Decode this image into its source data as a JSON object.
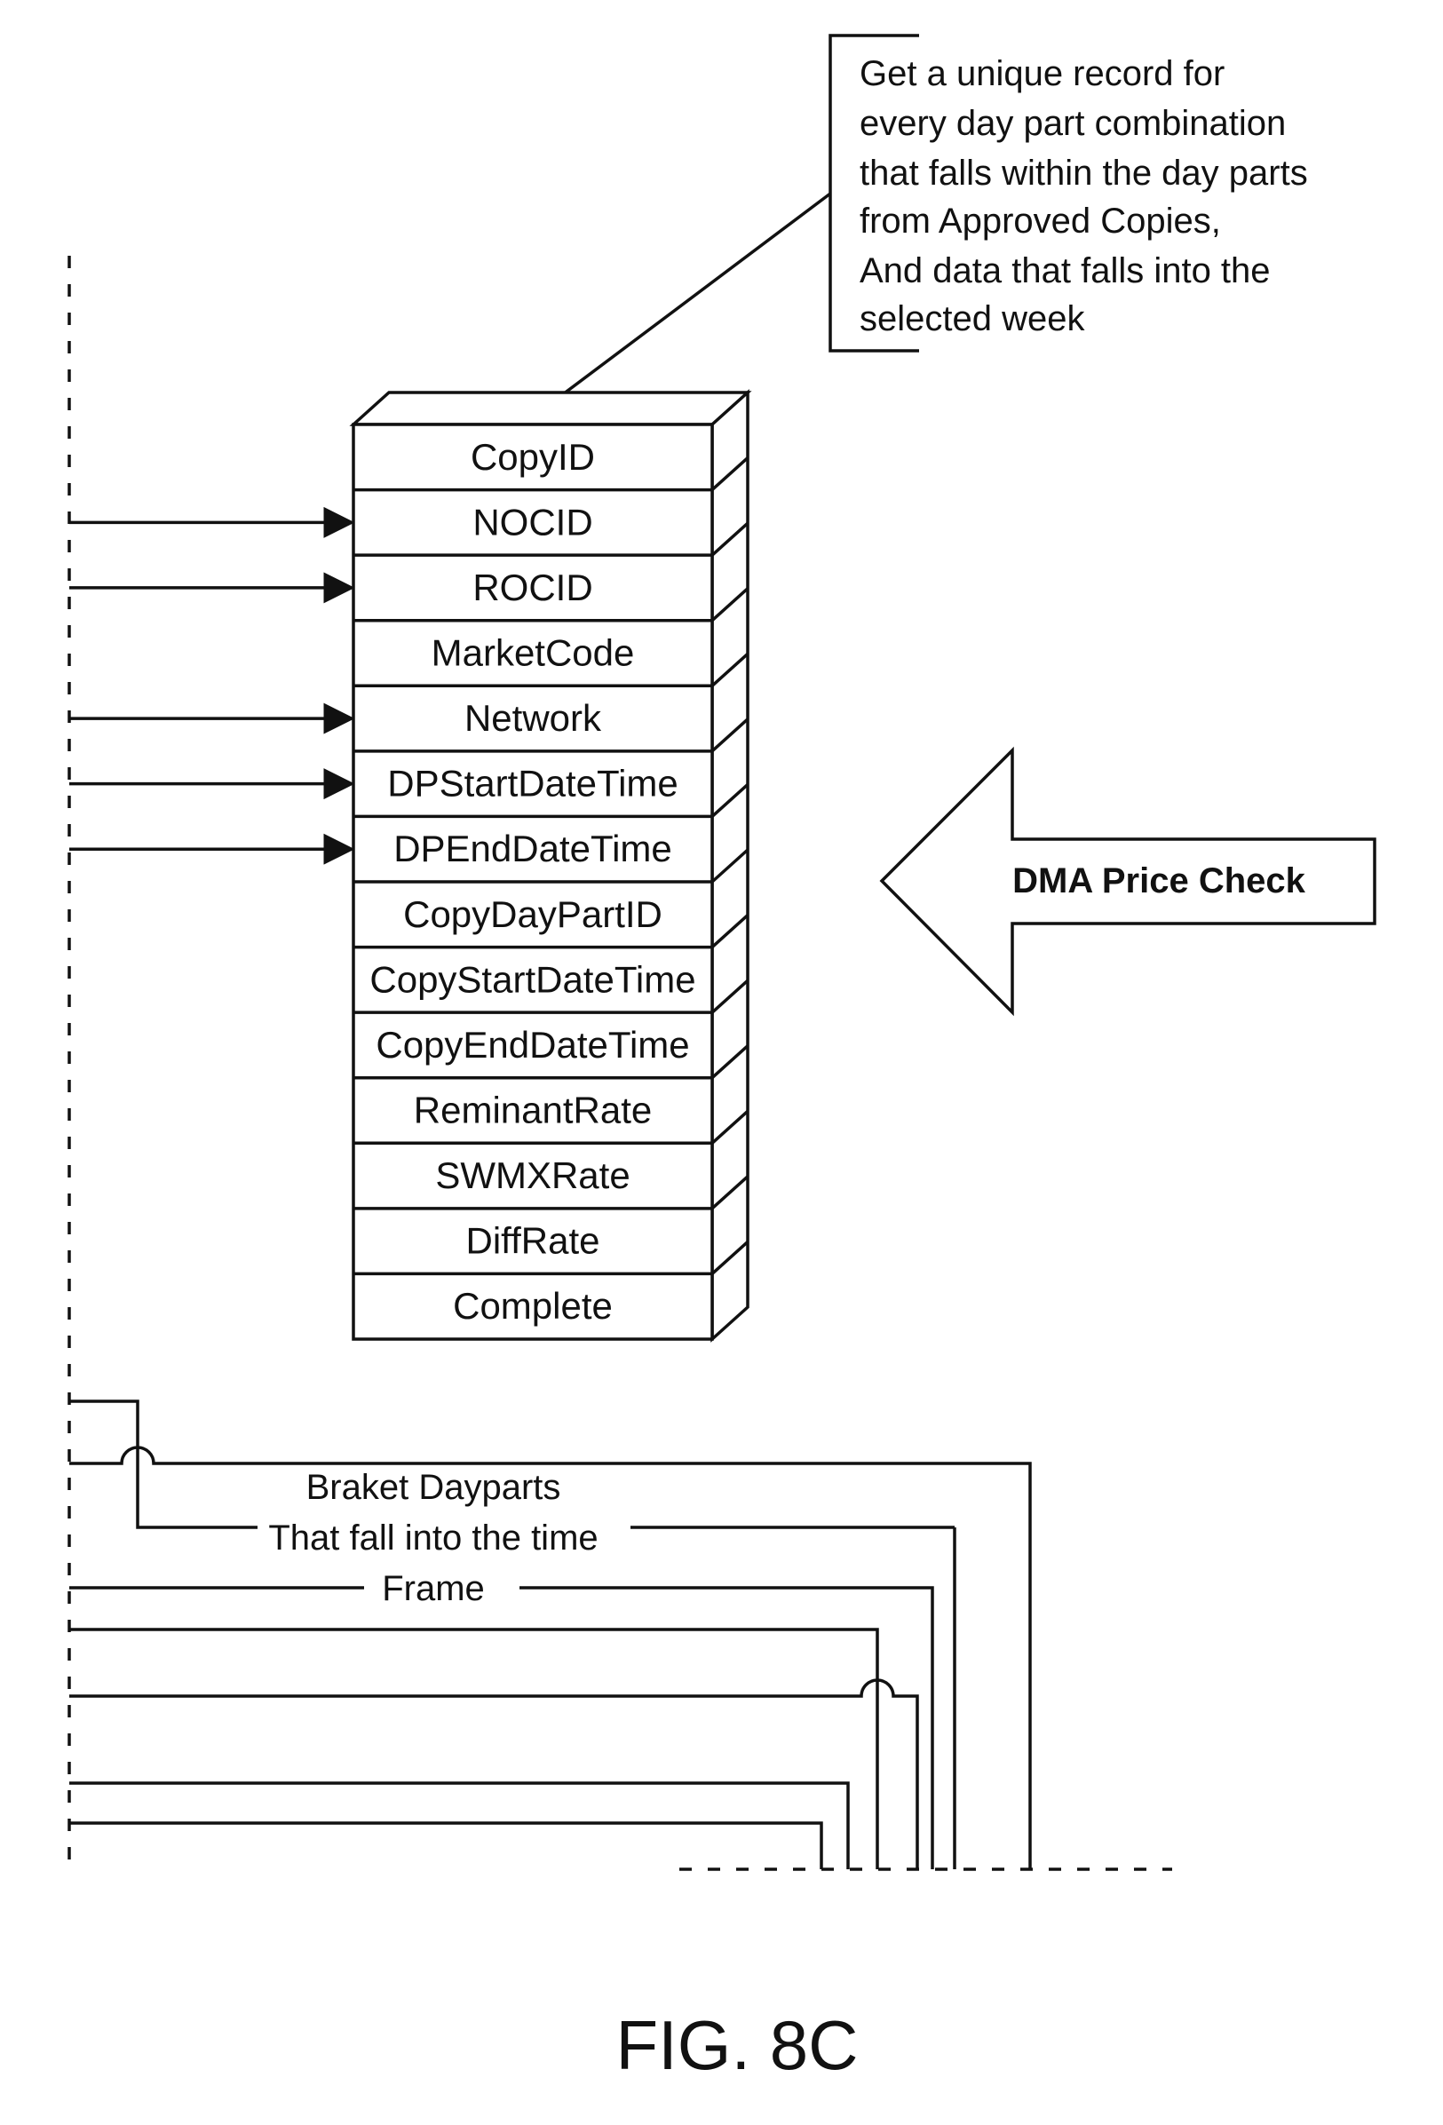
{
  "callout": {
    "lines": [
      "Get a unique record for",
      "every day part combination",
      "that falls within the day parts",
      "from Approved Copies,",
      "And data that falls into the",
      "selected week"
    ]
  },
  "table": {
    "fields": [
      "CopyID",
      "NOCID",
      "ROCID",
      "MarketCode",
      "Network",
      "DPStartDateTime",
      "DPEndDateTime",
      "CopyDayPartID",
      "CopyStartDateTime",
      "CopyEndDateTime",
      "ReminantRate",
      "SWMXRate",
      "DiffRate",
      "Complete"
    ],
    "arrow_fields": [
      "NOCID",
      "ROCID",
      "Network",
      "DPStartDateTime",
      "DPEndDateTime"
    ]
  },
  "big_arrow": {
    "label": "DMA Price Check"
  },
  "bracket": {
    "lines": [
      "Braket Dayparts",
      "That fall into the time",
      "Frame"
    ]
  },
  "figure": {
    "label": "FIG. 8C"
  }
}
